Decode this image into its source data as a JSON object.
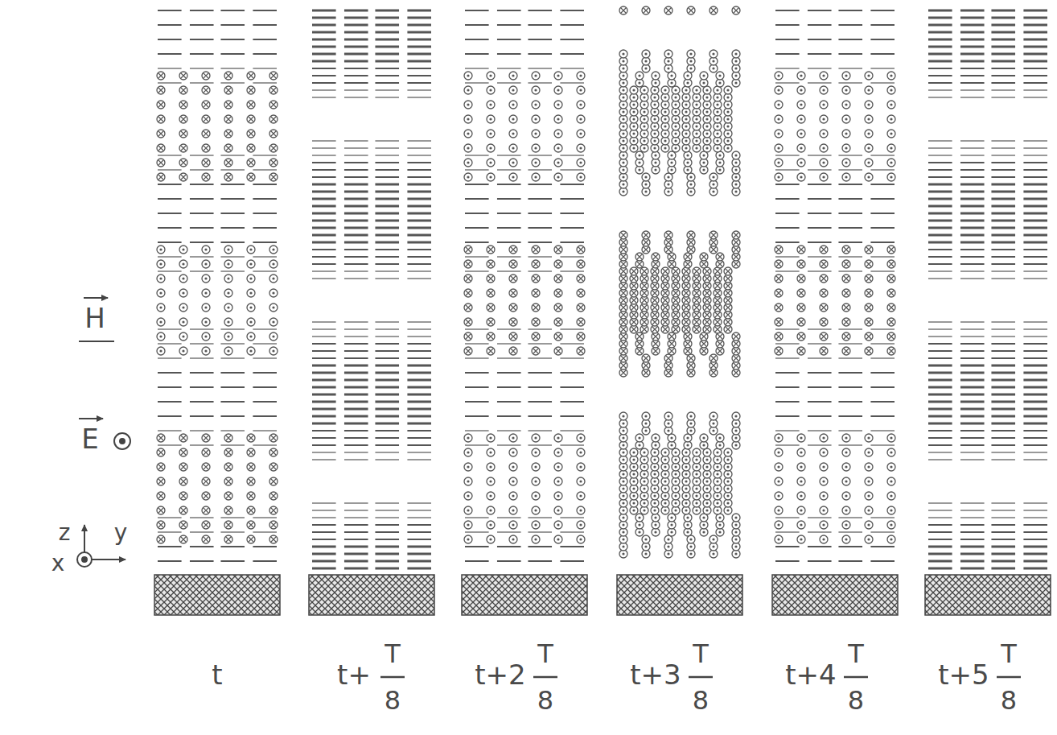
{
  "diagram": {
    "labels": [
      "H",
      "E",
      "z",
      "y",
      "x",
      "t",
      "t+",
      "T",
      "8",
      "t+2",
      "T",
      "8",
      "t+3",
      "T",
      "8",
      "t+4",
      "T",
      "8",
      "t+5",
      "T",
      "8"
    ]
  }
}
